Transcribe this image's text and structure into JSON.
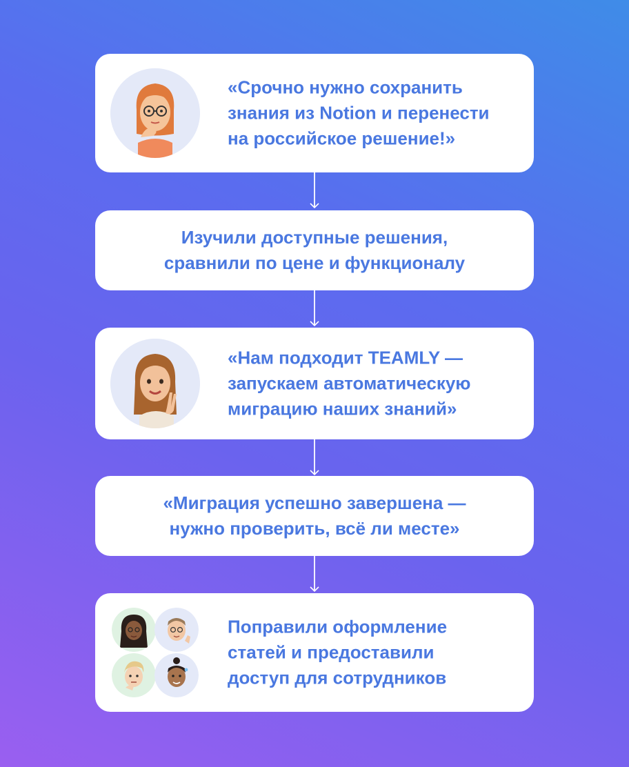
{
  "steps": [
    {
      "text": "«Срочно нужно сохранить\nзнания из Notion и перенести\nна российское решение!»"
    },
    {
      "text": "Изучили доступные решения,\nсравнили по цене и функционалу"
    },
    {
      "text": "«Нам подходит TEAMLY —\nзапускаем автоматическую\nмиграцию наших знаний»"
    },
    {
      "text": "«Миграция успешно завершена —\nнужно проверить, всё ли месте»"
    },
    {
      "text": "Поправили оформление\nстатей и предоставили\nдоступ для сотрудников"
    }
  ],
  "colors": {
    "card_text": "#4a78e0",
    "card_bg": "#ffffff",
    "avatar_bg": "#e4e9f8"
  },
  "icons": [
    "memoji-woman-glasses-icon",
    "memoji-woman-peace-icon",
    "memoji-team-icon"
  ]
}
